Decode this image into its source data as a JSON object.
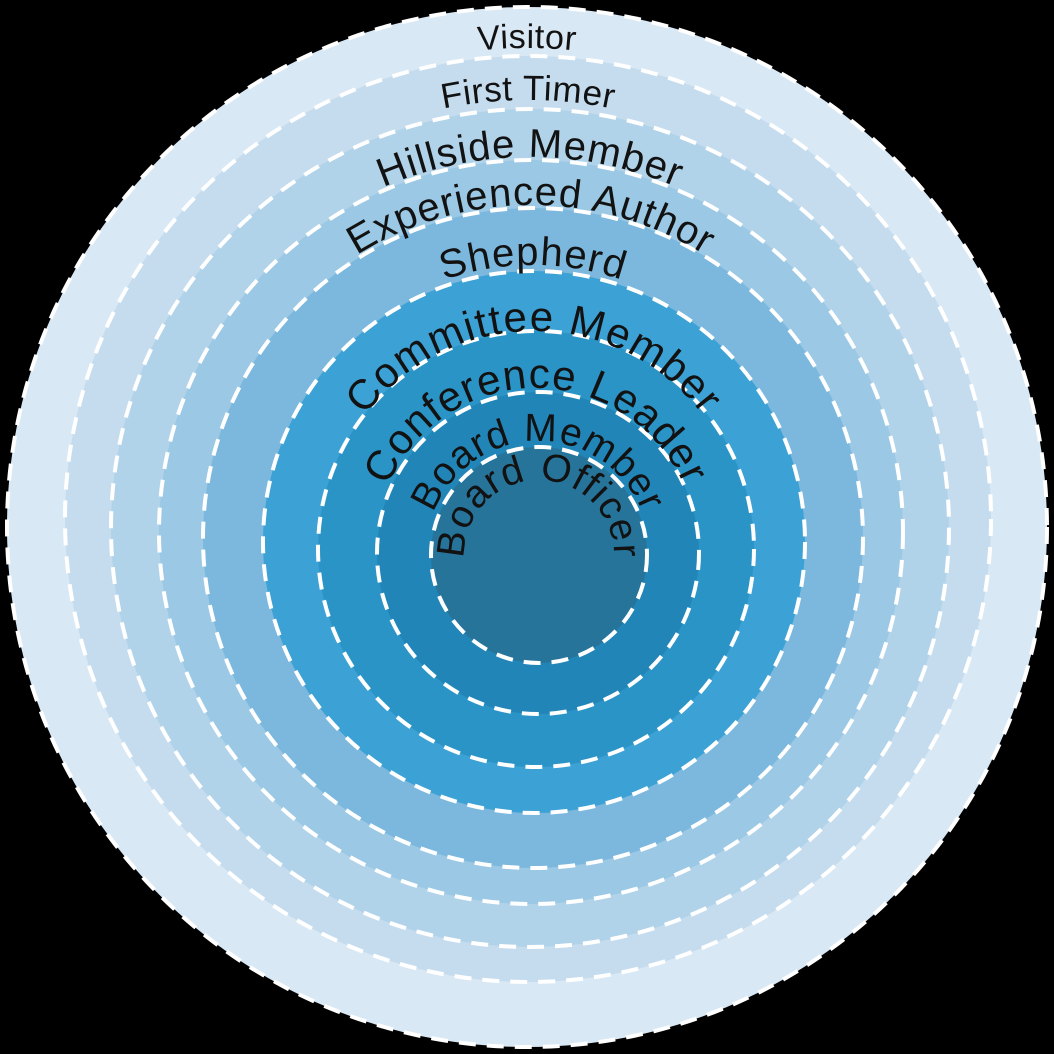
{
  "diagram": {
    "type": "concentric-onion",
    "background_color": "#000000",
    "divider_style": "dashed",
    "divider_color": "#ffffff",
    "label_color": "#121212",
    "rings": [
      {
        "level": 1,
        "label": "Visitor",
        "color": "#d9e8f5"
      },
      {
        "level": 2,
        "label": "First Timer",
        "color": "#c5dcef"
      },
      {
        "level": 3,
        "label": "Hillside Member",
        "color": "#b1d3ea"
      },
      {
        "level": 4,
        "label": "Experienced Author",
        "color": "#9bc8e4"
      },
      {
        "level": 5,
        "label": "Shepherd",
        "color": "#7cb8de"
      },
      {
        "level": 6,
        "label": "Committee Member",
        "color": "#3ca1d4"
      },
      {
        "level": 7,
        "label": "Conference Leader",
        "color": "#2b94c7"
      },
      {
        "level": 8,
        "label": "Board Member",
        "color": "#2185b8"
      },
      {
        "level": 9,
        "label": "Board Officer",
        "color": "#27749b"
      }
    ]
  }
}
